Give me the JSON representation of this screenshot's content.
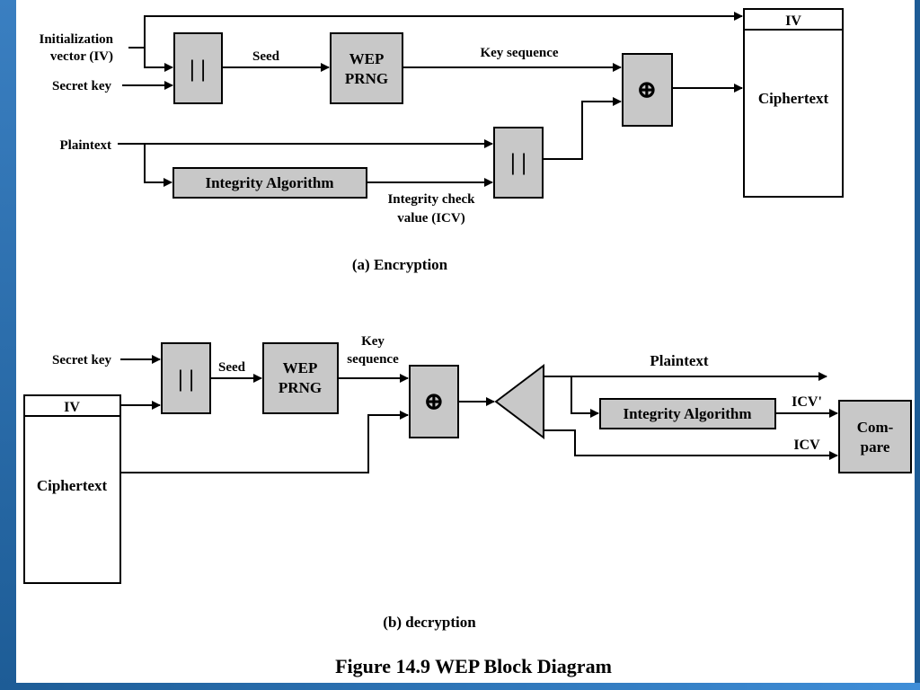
{
  "encryption": {
    "iv_input_line1": "Initialization",
    "iv_input_line2": "vector (IV)",
    "secret_key": "Secret key",
    "plaintext": "Plaintext",
    "concat_symbol": "| |",
    "seed": "Seed",
    "prng_line1": "WEP",
    "prng_line2": "PRNG",
    "key_sequence": "Key sequence",
    "xor_symbol": "⊕",
    "integrity_algorithm": "Integrity Algorithm",
    "icv_line1": "Integrity check",
    "icv_line2": "value (ICV)",
    "out_iv": "IV",
    "out_ciphertext": "Ciphertext",
    "caption": "(a) Encryption"
  },
  "decryption": {
    "secret_key": "Secret key",
    "concat_symbol": "| |",
    "seed": "Seed",
    "prng_line1": "WEP",
    "prng_line2": "PRNG",
    "key_line1": "Key",
    "key_line2": "sequence",
    "xor_symbol": "⊕",
    "in_iv": "IV",
    "in_ciphertext": "Ciphertext",
    "plaintext": "Plaintext",
    "integrity_algorithm": "Integrity Algorithm",
    "icv_prime": "ICV'",
    "icv": "ICV",
    "compare_line1": "Com-",
    "compare_line2": "pare",
    "caption": "(b) decryption"
  },
  "figure_title": "Figure 14.9  WEP Block Diagram"
}
